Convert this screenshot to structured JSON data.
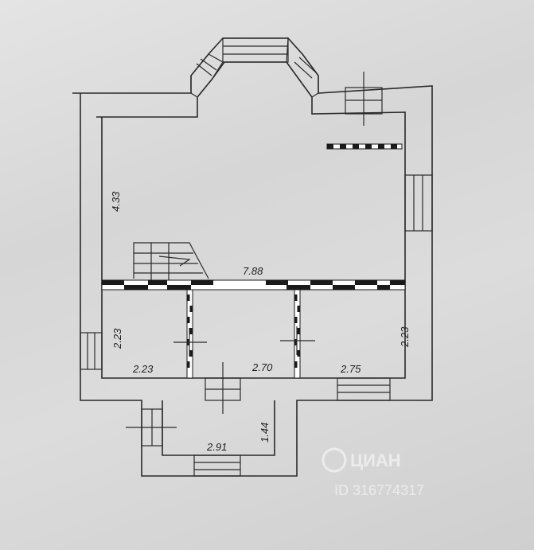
{
  "floor_plan": {
    "dimensions": {
      "upper_room_height": "4.33",
      "partition_length": "7.88",
      "left_room_height": "2.23",
      "right_room_height": "2.23",
      "left_room_width": "2.23",
      "middle_room_width": "2.70",
      "right_room_width": "2.75",
      "porch_depth": "1.44",
      "porch_width": "2.91"
    },
    "watermark": {
      "brand": "ЦИАН",
      "id_text": "ID 316774317"
    },
    "colors": {
      "paper": "#d9d9d9",
      "ink": "#2a2a2a"
    }
  }
}
